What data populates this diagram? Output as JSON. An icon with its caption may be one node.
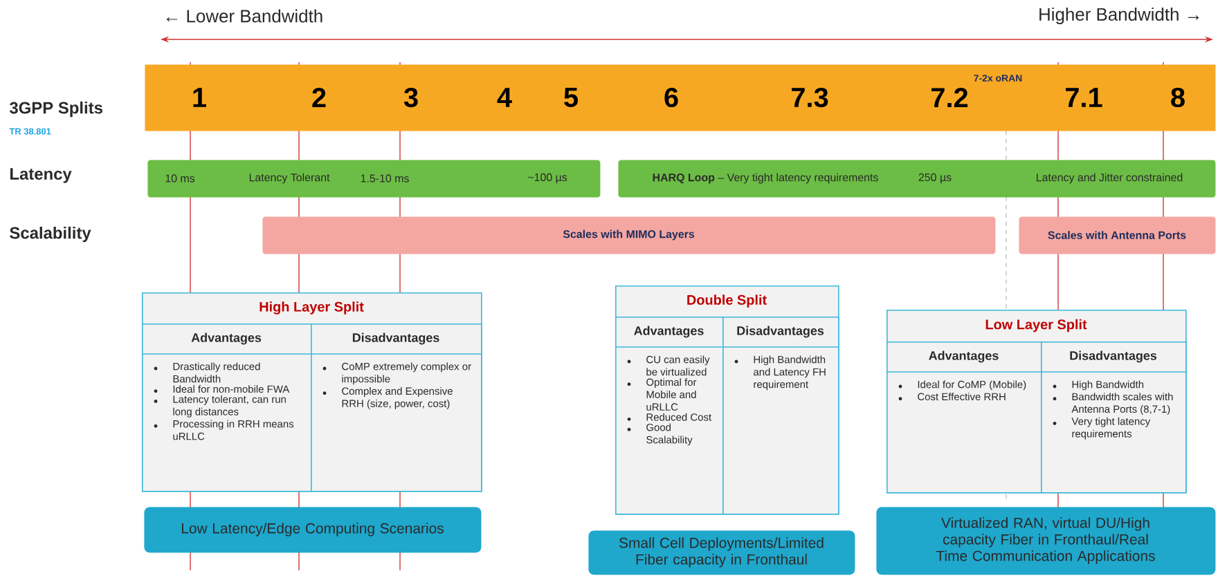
{
  "diagram": {
    "nodes": [
      {
        "text": [
          "1",
          "2",
          "3",
          "4",
          "5",
          "6",
          "7.3",
          "7.2",
          "7.1",
          "8"
        ]
      },
      {
        "text": [
          "10 ms",
          "Latency Tolerant",
          "1.5-10 ms",
          "~100 µs"
        ]
      },
      {
        "text": [
          "**HARQ Loop** – Very tight latency requirements",
          "250 µs",
          "Latency and Jitter constrained"
        ]
      },
      {
        "text": [
          "Scales with MIMO Layers"
        ]
      },
      {
        "text": [
          "Scales with Antenna Ports"
        ]
      },
      {
        "text": [
          "High Layer Split"
        ]
      },
      {
        "text": [
          "Advantages",
          "Drastically reduced Bandwidth",
          "Ideal for non-mobile FWA",
          "Latency tolerant, can run long distances",
          "Processing in RRH means uRLLC"
        ],
        "in": 5
      },
      {
        "text": [
          "Disadvantages",
          "CoMP extremely complex or impossible",
          "Complex and Expensive RRH (size, power, cost)"
        ],
        "in": 5
      },
      {
        "text": [
          "Low Latency/Edge Computing Scenarios"
        ]
      },
      {
        "text": [
          "Double Split"
        ]
      },
      {
        "text": [
          "Advantages",
          "CU can easily be virtualized",
          "Optimal for Mobile and uRLLC",
          "Reduced Cost",
          "Good Scalability"
        ],
        "in": 9
      },
      {
        "text": [
          "Disadvantages",
          "High Bandwidth and Latency FH requirement"
        ],
        "in": 9
      },
      {
        "text": [
          "Small Cell Deployments/Limited Fiber capacity in Fronthaul"
        ]
      },
      {
        "text": [
          "Low Layer Split"
        ]
      },
      {
        "text": [
          "Advantages",
          "Ideal for CoMP (Mobile)",
          "Cost Effective RRH"
        ],
        "in": 13
      },
      {
        "text": [
          "Disadvantages",
          "High Bandwidth",
          "Bandwidth scales with Antenna Ports (8,7-1)",
          "Very tight latency requirements"
        ],
        "in": 13
      },
      {
        "text": [
          "Virtualized RAN, virtual DU/High capacity Fiber in Fronthaul/Real Time Communication Applications"
        ]
      }
    ],
    "labels": [
      "← Lower Bandwidth",
      "Higher Bandwidth →",
      "3GPP Splits",
      "TR 38.801",
      "7-2x oRAN",
      "Latency",
      "Scalability"
    ]
  }
}
